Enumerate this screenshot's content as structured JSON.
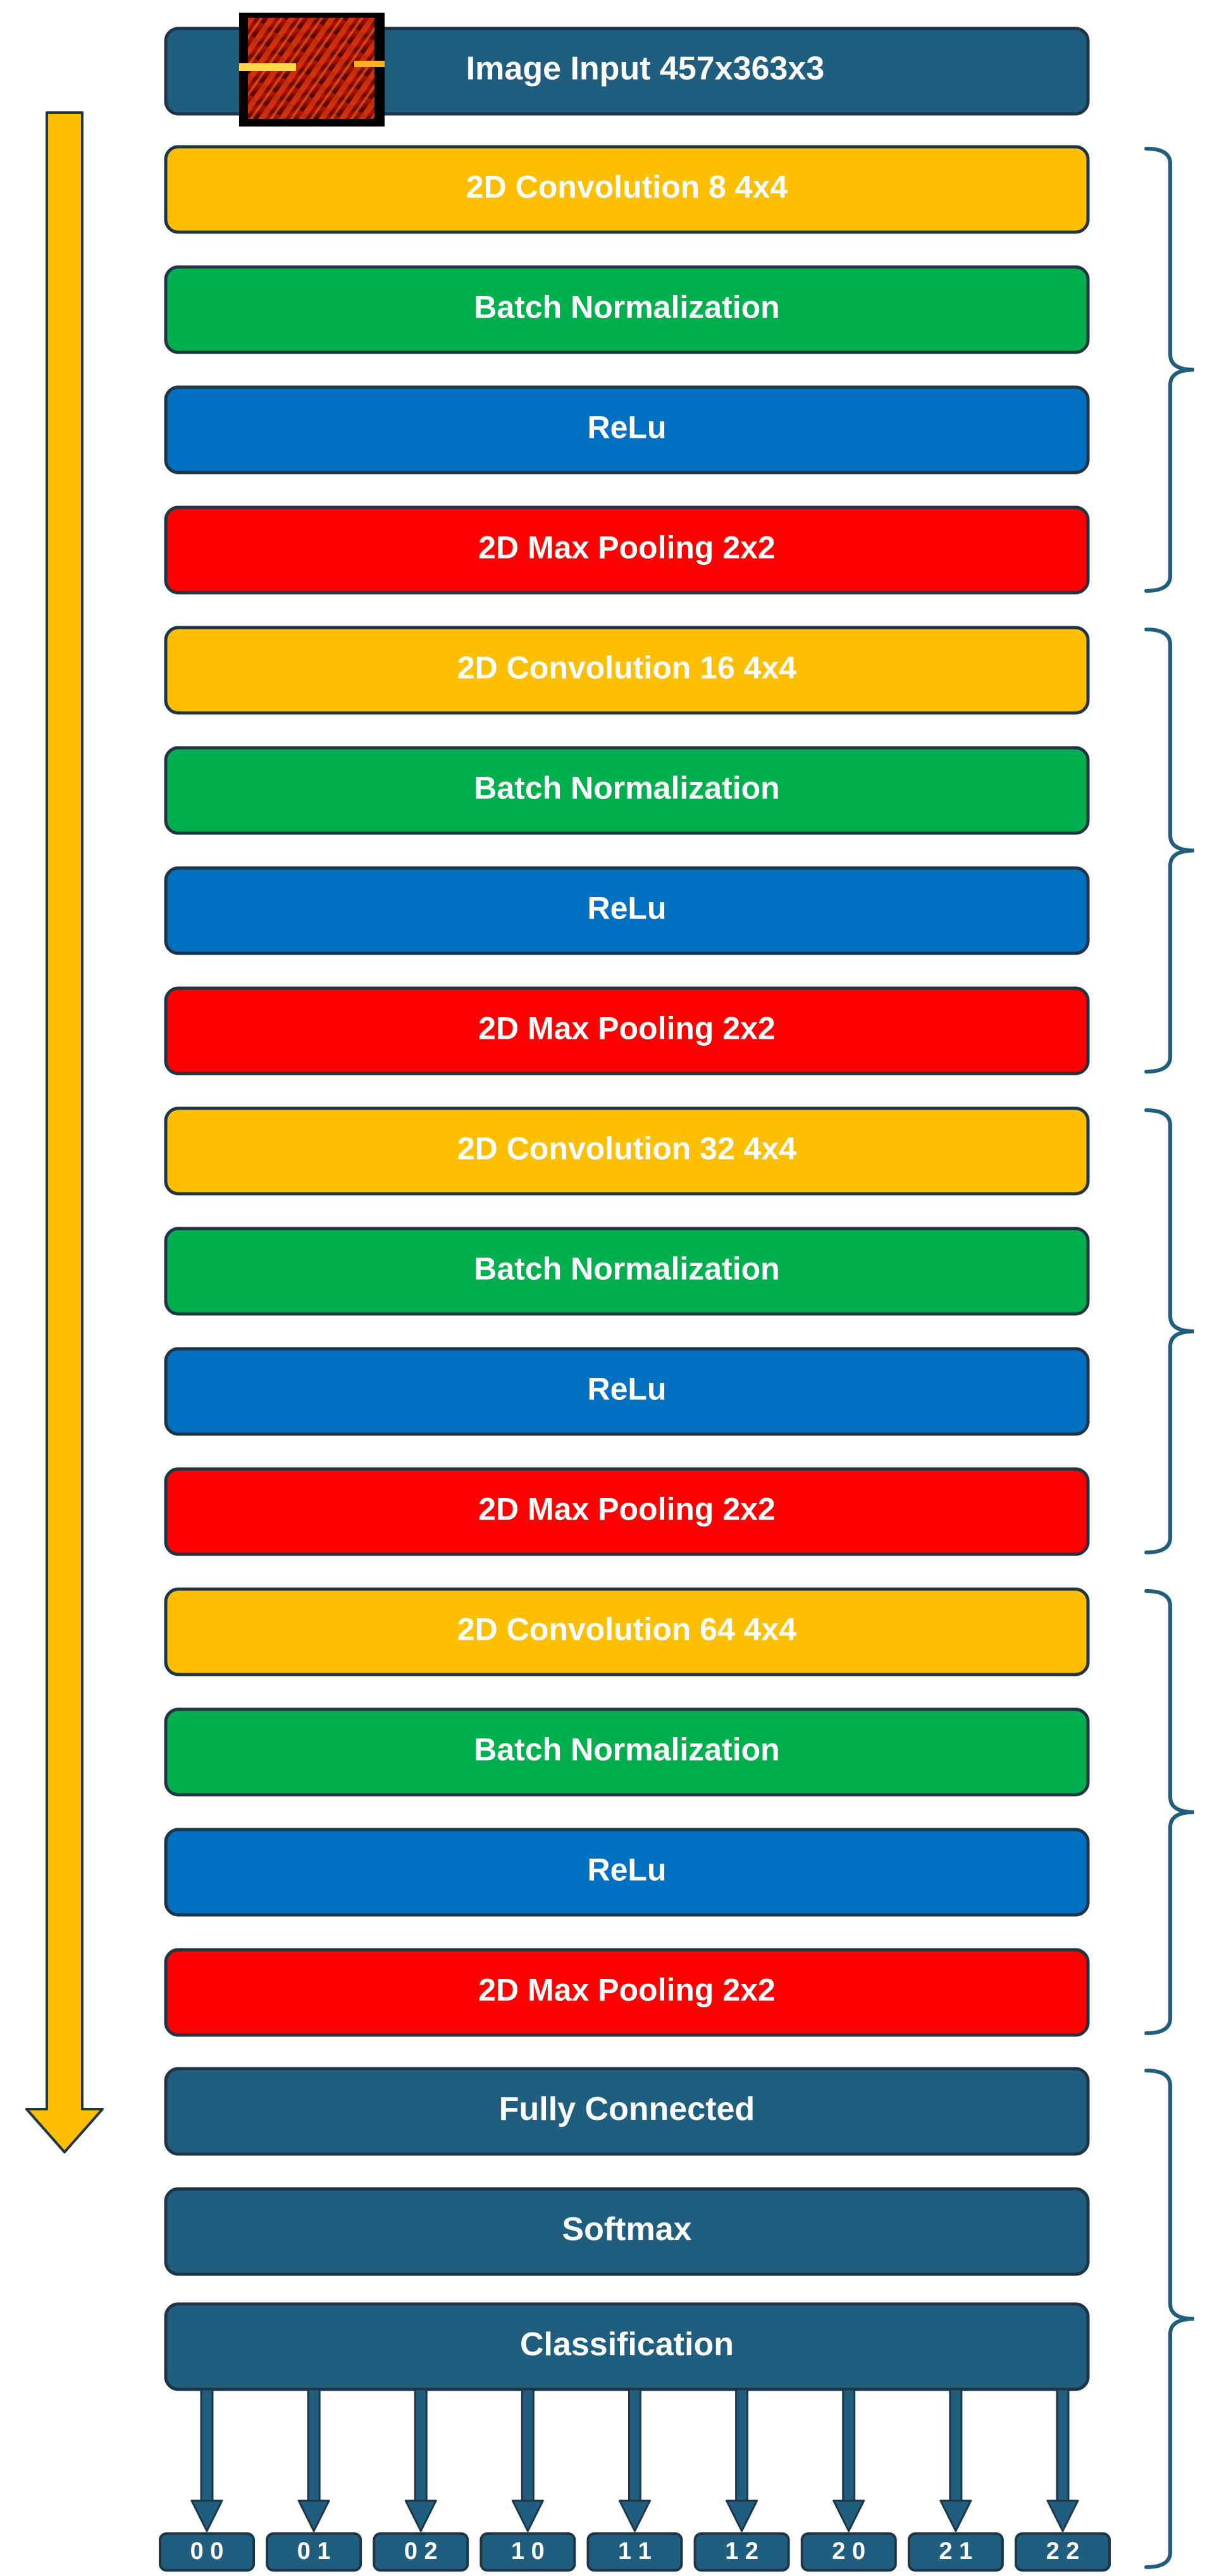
{
  "colors": {
    "input": "#1f5e7e",
    "convolution": "#fdbf00",
    "batch_norm": "#00b04f",
    "relu": "#0070c0",
    "max_pool": "#ff0000",
    "dense": "#1f5e7e",
    "flow_arrow": "#fdbf00",
    "bracket": "#1f5e7e",
    "border": "#1f3546"
  },
  "input_layer": {
    "label": "Image Input 457x363x3",
    "thumbnail_icon": "fringe-pattern-thumbnail"
  },
  "conv_blocks": [
    {
      "conv": "2D Convolution  8 4x4",
      "norm": "Batch Normalization",
      "act": "ReLu",
      "pool": "2D Max Pooling 2x2"
    },
    {
      "conv": "2D Convolution  16 4x4",
      "norm": "Batch Normalization",
      "act": "ReLu",
      "pool": "2D Max Pooling 2x2"
    },
    {
      "conv": "2D Convolution  32 4x4",
      "norm": "Batch Normalization",
      "act": "ReLu",
      "pool": "2D Max Pooling 2x2"
    },
    {
      "conv": "2D Convolution  64 4x4",
      "norm": "Batch Normalization",
      "act": "ReLu",
      "pool": "2D Max Pooling 2x2"
    }
  ],
  "dense_layers": [
    "Fully Connected",
    "Softmax",
    "Classification"
  ],
  "output_classes": [
    "0 0",
    "0 1",
    "0 2",
    "1 0",
    "1 1",
    "1 2",
    "2 0",
    "2 1",
    "2 2"
  ]
}
